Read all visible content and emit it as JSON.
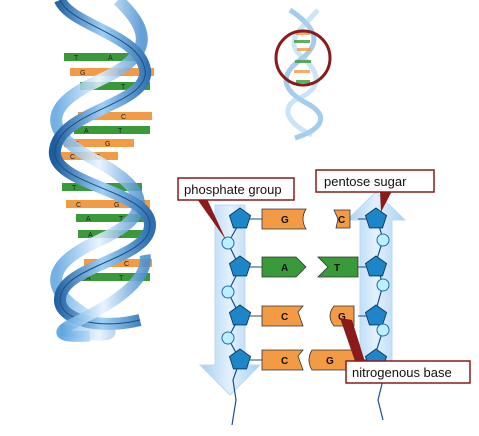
{
  "callouts": {
    "phosphate": "phosphate group",
    "sugar": "pentose sugar",
    "base": "nitrogenous base"
  },
  "helix_pairs": [
    [
      "T",
      "A"
    ],
    [
      "G",
      "C"
    ],
    [
      "A",
      "T"
    ],
    [
      "G",
      "C"
    ],
    [
      "A",
      "T"
    ],
    [
      "C",
      "G"
    ],
    [
      "C",
      "G"
    ],
    [
      "T",
      "A"
    ],
    [
      "C",
      "G"
    ],
    [
      "A",
      "T"
    ],
    [
      "A",
      "T"
    ],
    [
      "G",
      "C"
    ],
    [
      "A",
      "T"
    ]
  ],
  "strand_rows": [
    {
      "left": "G",
      "right": "C"
    },
    {
      "left": "A",
      "right": "T"
    },
    {
      "left": "C",
      "right": "G"
    },
    {
      "left": "C",
      "right": "G"
    }
  ],
  "colors": {
    "backbone": "#3f7fc4",
    "backbone_light": "#cfe3f7",
    "purine_orange": "#f39a45",
    "pyrimidine_green": "#3a9a3a",
    "sugar_blue": "#1e86c8",
    "phosphate_cyan": "#bdefff",
    "callout_border": "#8b1a1a",
    "forbidden_circle": "#8b1a1a"
  }
}
